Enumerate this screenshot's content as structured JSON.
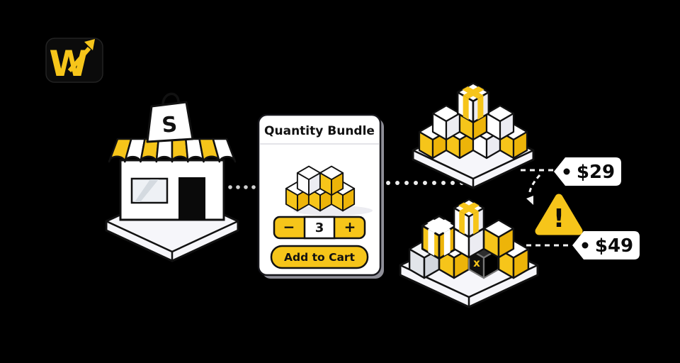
{
  "colors": {
    "accent_yellow": "#f6c51a",
    "background": "#000000",
    "card_background": "#ffffff",
    "outline": "#111111"
  },
  "logo": {
    "letter": "W"
  },
  "storefront": {
    "bag_letter": "S"
  },
  "card": {
    "title": "Quantity Bundle",
    "stepper": {
      "decrease_label": "−",
      "quantity_value": "3",
      "increase_label": "+"
    },
    "add_to_cart_label": "Add to Cart"
  },
  "bundles": {
    "small": {
      "price": "$29"
    },
    "large": {
      "price": "$49",
      "broken_box_mark": "x"
    }
  },
  "warning": {
    "exclamation": "!"
  }
}
